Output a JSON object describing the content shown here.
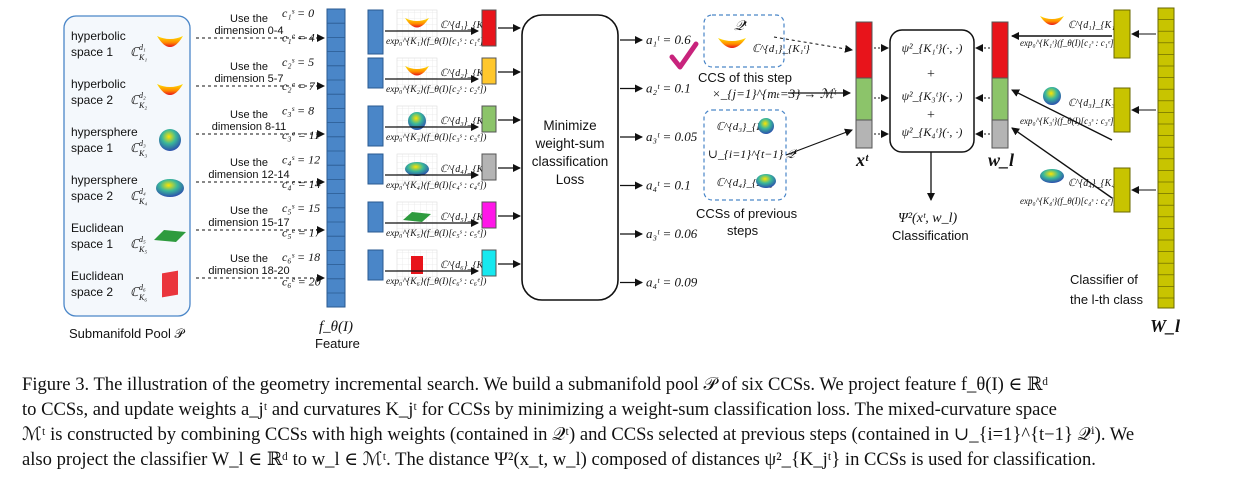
{
  "pool": {
    "spaces": [
      {
        "line1": "hyperbolic",
        "line2": "space 1",
        "sym": "ℂ",
        "sup": "d₁",
        "sub": "K₁"
      },
      {
        "line1": "hyperbolic",
        "line2": "space 2",
        "sym": "ℂ",
        "sup": "d₂",
        "sub": "K₂"
      },
      {
        "line1": "hypersphere",
        "line2": "space 1",
        "sym": "ℂ",
        "sup": "d₃",
        "sub": "K₃"
      },
      {
        "line1": "hypersphere",
        "line2": "space 2",
        "sym": "ℂ",
        "sup": "d₄",
        "sub": "K₄"
      },
      {
        "line1": "Euclidean",
        "line2": "space 1",
        "sym": "ℂ",
        "sup": "d₅",
        "sub": "K₅"
      },
      {
        "line1": "Euclidean",
        "line2": "space 2",
        "sym": "ℂ",
        "sup": "d₆",
        "sub": "K₆"
      }
    ],
    "label": "Submanifold Pool 𝒫"
  },
  "dims": [
    {
      "l1": "Use the",
      "l2": "dimension 0-4"
    },
    {
      "l1": "Use the",
      "l2": "dimension 5-7"
    },
    {
      "l1": "Use the",
      "l2": "dimension 8-11"
    },
    {
      "l1": "Use the",
      "l2": "dimension 12-14"
    },
    {
      "l1": "Use the",
      "l2": "dimension 15-17"
    },
    {
      "l1": "Use the",
      "l2": "dimension 18-20"
    }
  ],
  "cuts": [
    "c₁ˢ = 0",
    "c₁ᵉ = 4",
    "c₂ˢ = 5",
    "c₂ᵉ = 7",
    "c₃ˢ = 8",
    "c₃ᵉ = 11",
    "c₄ˢ = 12",
    "c₄ᵉ = 14",
    "c₅ˢ = 15",
    "c₅ᵉ = 17",
    "c₆ˢ = 18",
    "c₆ᵉ = 20"
  ],
  "feature": {
    "sym": "f_θ(I)",
    "label": "Feature"
  },
  "projections": [
    {
      "sym": "ℂ^{d₁}_{K₁}",
      "exp": "exp₀^{K₁}(f_θ(I)[c₁ˢ : c₁ᵉ])"
    },
    {
      "sym": "ℂ^{d₂}_{K₂}",
      "exp": "exp₀^{K₂}(f_θ(I)[c₂ˢ : c₂ᵉ])"
    },
    {
      "sym": "ℂ^{d₃}_{K₃}",
      "exp": "exp₀^{K₃}(f_θ(I)[c₃ˢ : c₃ᵉ])"
    },
    {
      "sym": "ℂ^{d₄}_{K₄}",
      "exp": "exp₀^{K₄}(f_θ(I)[c₄ˢ : c₄ᵉ])"
    },
    {
      "sym": "ℂ^{d₅}_{K₅}",
      "exp": "exp₀^{K₅}(f_θ(I)[c₅ˢ : c₅ᵉ])"
    },
    {
      "sym": "ℂ^{d₆}_{K₆}",
      "exp": "exp₀^{K₆}(f_θ(I)[c₆ˢ : c₆ᵉ])"
    }
  ],
  "colors": {
    "red": "#e8141b",
    "yellow": "#ffc72c",
    "green": "#8cc46a",
    "gray": "#b4b4b4",
    "magenta": "#ff16e8",
    "cyan": "#16e8ef",
    "blue": "#4a86c8",
    "olive": "#c8c400",
    "check": "#c8237c"
  },
  "loss_box": {
    "l1": "Minimize",
    "l2": "weight-sum",
    "l3": "classification",
    "l4": "Loss"
  },
  "weights": [
    "a₁ᵗ = 0.6",
    "a₂ᵗ = 0.1",
    "a₃ᵗ = 0.05",
    "a₄ᵗ = 0.1",
    "a₃ᵗ = 0.06",
    "a₄ᵗ = 0.09"
  ],
  "ccs_this": {
    "q": "𝒬ᵗ",
    "sym": "ℂ^{d₁}_{K₁ᵗ}",
    "label": "CCS of this step"
  },
  "combine": {
    "text": "×_{j=1}^{mₜ=3} → ℳᵗ"
  },
  "ccs_prev": {
    "s1": "ℂ^{d₃}_{K₃ᵗ}",
    "union": "∪_{i=1}^{t−1} 𝒬ⁱ",
    "s2": "ℂ^{d₄}_{K₄ᵗ}",
    "label1": "CCSs of previous",
    "label2": "steps"
  },
  "xt": "xᵗ",
  "wl": "w_l",
  "psi": [
    "ψ²_{K₁ᵗ}(·, ·)",
    "ψ²_{K₃ᵗ}(·, ·)",
    "ψ²_{K₄ᵗ}(·, ·)"
  ],
  "plus": "+",
  "psi_out": {
    "sym": "Ψ²(xᵗ, w_l)",
    "label": "Classification"
  },
  "classifier_proj": [
    {
      "sym": "ℂ^{d₁}_{K₁ᵗ}",
      "exp": "exp₀^{K₁ᵗ}(f_θ(I)[c₁ˢ : c₁ᵉ])"
    },
    {
      "sym": "ℂ^{d₃}_{K₃ᵗ}",
      "exp": "exp₀^{K₃ᵗ}(f_θ(I)[c₃ˢ : c₃ᵉ])"
    },
    {
      "sym": "ℂ^{d₄}_{K₄ᵗ}",
      "exp": "exp₀^{K₄ᵗ}(f_θ(I)[c₄ˢ : c₄ᵉ])"
    }
  ],
  "classifier": {
    "l1": "Classifier of",
    "l2": "the  l-th class",
    "sym": "W_l"
  },
  "caption": [
    "Figure 3. The illustration of the geometry incremental search. We build a submanifold pool 𝒫 of six CCSs. We project feature f_θ(I) ∈ ℝᵈ",
    "to CCSs, and update weights a_jᵗ and curvatures K_jᵗ for CCSs by minimizing a weight-sum classification loss. The mixed-curvature space",
    "ℳᵗ is constructed by combining CCSs with high weights (contained in 𝒬ᵗ) and CCSs selected at previous steps (contained in ∪_{i=1}^{t−1} 𝒬ⁱ). We",
    "also project the classifier W_l ∈ ℝᵈ to w_l ∈ ℳᵗ. The distance Ψ²(x_t, w_l) composed of distances ψ²_{K_jᵗ} in CCSs is used for classification."
  ]
}
